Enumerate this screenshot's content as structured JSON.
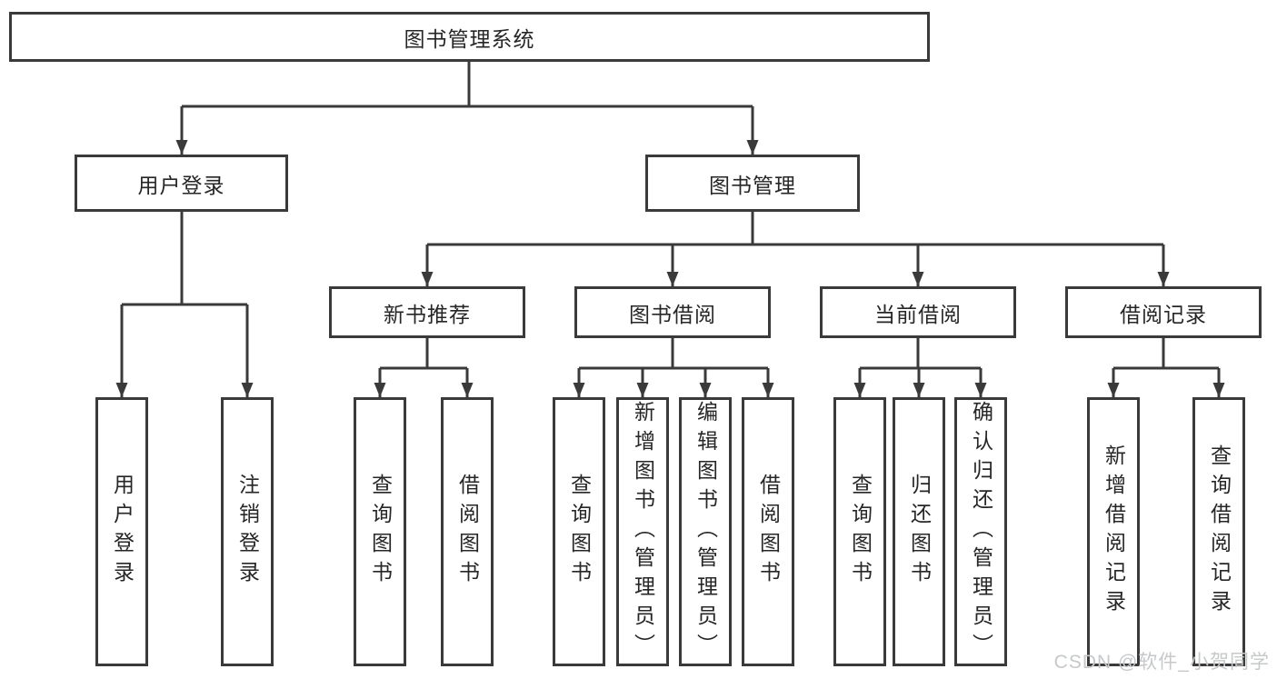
{
  "colors": {
    "line": "#3a3a3a",
    "text": "#262626",
    "background": "#ffffff",
    "watermark": "#c6c8ca"
  },
  "tree": {
    "root": {
      "label": "图书管理系统"
    },
    "level2": [
      {
        "label": "用户登录"
      },
      {
        "label": "图书管理"
      }
    ],
    "level3": [
      {
        "label": "新书推荐"
      },
      {
        "label": "图书借阅"
      },
      {
        "label": "当前借阅"
      },
      {
        "label": "借阅记录"
      }
    ],
    "leaves": {
      "user_login": [
        {
          "label": "用户登录"
        },
        {
          "label": "注销登录"
        }
      ],
      "new_book_recommend": [
        {
          "label": "查询图书"
        },
        {
          "label": "借阅图书"
        }
      ],
      "book_borrow": [
        {
          "label": "查询图书"
        },
        {
          "label": "新增图书（管理员）"
        },
        {
          "label": "编辑图书（管理员）"
        },
        {
          "label": "借阅图书"
        }
      ],
      "current_borrow": [
        {
          "label": "查询图书"
        },
        {
          "label": "归还图书"
        },
        {
          "label": "确认归还（管理员）"
        }
      ],
      "borrow_records": [
        {
          "label": "新增借阅记录"
        },
        {
          "label": "查询借阅记录"
        }
      ]
    }
  },
  "watermark": {
    "text": "CSDN @软件_小贺同学"
  }
}
